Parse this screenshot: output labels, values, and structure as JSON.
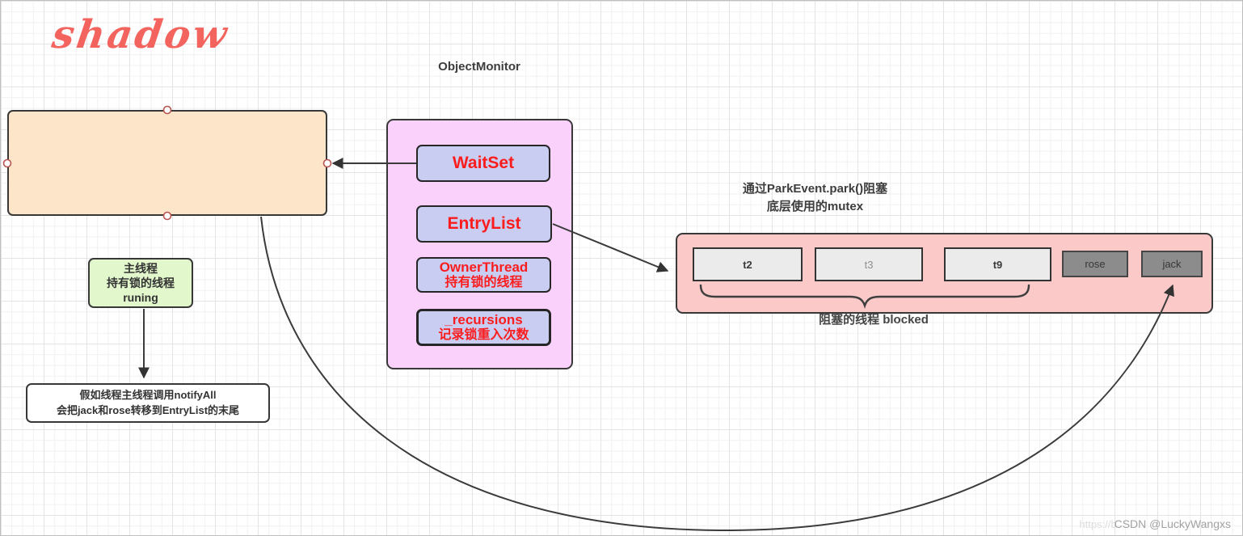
{
  "logo": "shadow",
  "title": "ObjectMonitor",
  "monitor": {
    "waitset": "WaitSet",
    "entrylist": "EntryList",
    "ownerthread_line1": "OwnerThread",
    "ownerthread_line2": "持有锁的线程",
    "recursions_line1": "_recursions",
    "recursions_line2": "记录锁重入次数"
  },
  "main_thread": {
    "line1": "主线程",
    "line2": "持有锁的线程",
    "line3": "runing"
  },
  "notify_note": {
    "line1": "假如线程主线程调用notifyAll",
    "line2": "会把jack和rose转移到EntryList的末尾"
  },
  "park_note": {
    "line1": "通过ParkEvent.park()阻塞",
    "line2": "底层使用的mutex"
  },
  "blocked": {
    "threads": [
      {
        "label": "t2"
      },
      {
        "label": "t3"
      },
      {
        "label": "t9"
      },
      {
        "label": "rose"
      },
      {
        "label": "jack"
      }
    ],
    "caption": "阻塞的线程 blocked"
  },
  "watermark": {
    "url_fragment": "https://b",
    "text": "CSDN @LuckyWangxs"
  },
  "colors": {
    "owner_fill": "#fce5c9",
    "monitor_fill": "#f9d1fa",
    "field_fill": "#c9cdf2",
    "field_text": "#fb1d1d",
    "green_fill": "#e2f7cc",
    "blocked_fill": "#fcc9c9",
    "thread_light_fill": "#ebebeb",
    "thread_dark_fill": "#8c8c8c",
    "logo_color": "#f4645f",
    "handle_stroke": "#b85450"
  }
}
